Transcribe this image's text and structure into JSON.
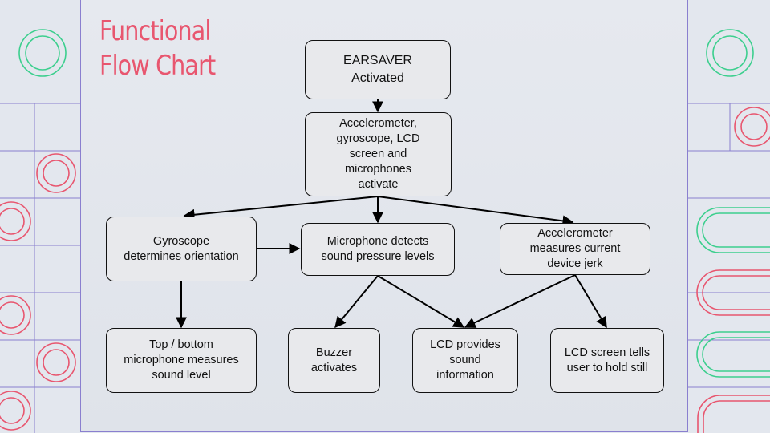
{
  "title": {
    "line1": "Functional",
    "line2": "Flow Chart"
  },
  "colors": {
    "accent_red": "#e8566f",
    "accent_green": "#3ccf8e",
    "frame_purple": "#8a7fcf"
  },
  "nodes": {
    "activated": "EARSAVER\nActivated",
    "sensors": "Accelerometer,\ngyroscope, LCD\nscreen and\nmicrophones\nactivate",
    "gyroscope": "Gyroscope\ndetermines orientation",
    "microphone": "Microphone detects\nsound pressure levels",
    "accelerometer": "Accelerometer\nmeasures current\ndevice jerk",
    "top_bottom": "Top / bottom\nmicrophone measures\nsound level",
    "buzzer": "Buzzer\nactivates",
    "lcd_info": "LCD provides\nsound\ninformation",
    "lcd_hold": "LCD screen tells\nuser to hold still"
  }
}
